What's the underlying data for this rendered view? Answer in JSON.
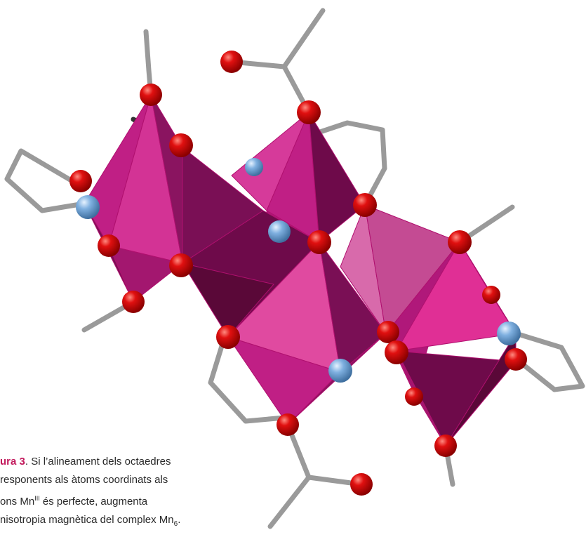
{
  "figure": {
    "colors": {
      "octahedron_light": "#e04aa0",
      "octahedron_mid": "#c01f85",
      "octahedron_dark": "#6e0a4a",
      "oxygen_atom": "#e01010",
      "nitrogen_atom": "#7fb0e0",
      "carbon_bond": "#9a9a9a"
    }
  },
  "caption": {
    "label": "ura 3",
    "line1_rest": ". Si l’alineament dels octaedres",
    "line2": "responents als àtoms coordinats als",
    "line3_pre": "ons Mn",
    "line3_sup": "III",
    "line3_post": " és perfecte, augmenta",
    "line4_pre": "nisotropia magnètica del complex Mn",
    "line4_sub": "6",
    "line4_post": "."
  }
}
